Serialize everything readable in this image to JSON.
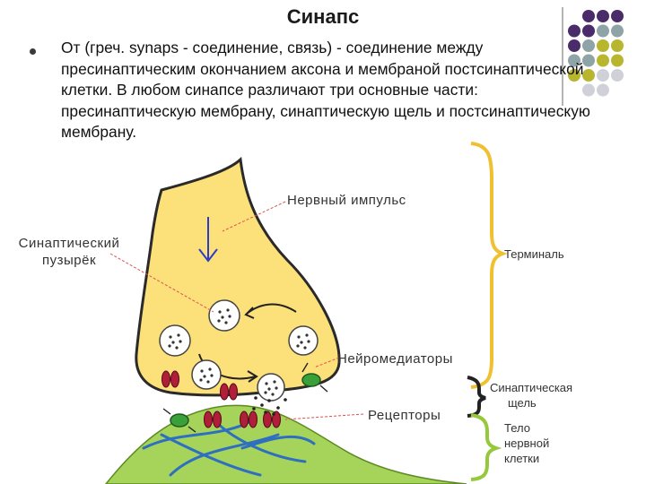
{
  "slide": {
    "title": "Синапс",
    "body": "От (греч. synaps - соединение, связь) - соединение между пресинаптическим окончанием аксона и мембраной постсинаптической клетки. В любом синапсе различают три основные части: пресинаптическую мембрану, синаптическую щель и постсинаптическую мембрану."
  },
  "diagram": {
    "labels": {
      "nerve_impulse": "Нервный импульс",
      "synaptic_vesicle_line1": "Синаптический",
      "synaptic_vesicle_line2": "пузырёк",
      "terminal": "Терминаль",
      "neurotransmitters": "Нейромедиаторы",
      "synaptic_cleft_line1": "Синаптическая",
      "synaptic_cleft_line2": "щель",
      "receptors": "Рецепторы",
      "body_line1": "Тело",
      "body_line2": "нервной",
      "body_line3": "клетки"
    },
    "colors": {
      "terminal_fill": "#fce07a",
      "postsynaptic_fill": "#a6d45a",
      "receptor": "#b01f3a",
      "vesicle_border": "#444444",
      "brace_terminal": "#f0c030",
      "brace_cleft": "#222222",
      "brace_body": "#96c83c",
      "pointer_line": "#e05050"
    }
  },
  "decor": {
    "dot_colors": {
      "purple": "#4a2c6b",
      "teal": "#8fa4a6",
      "olive": "#b8b62e",
      "grey": "#d0d0d8"
    }
  }
}
